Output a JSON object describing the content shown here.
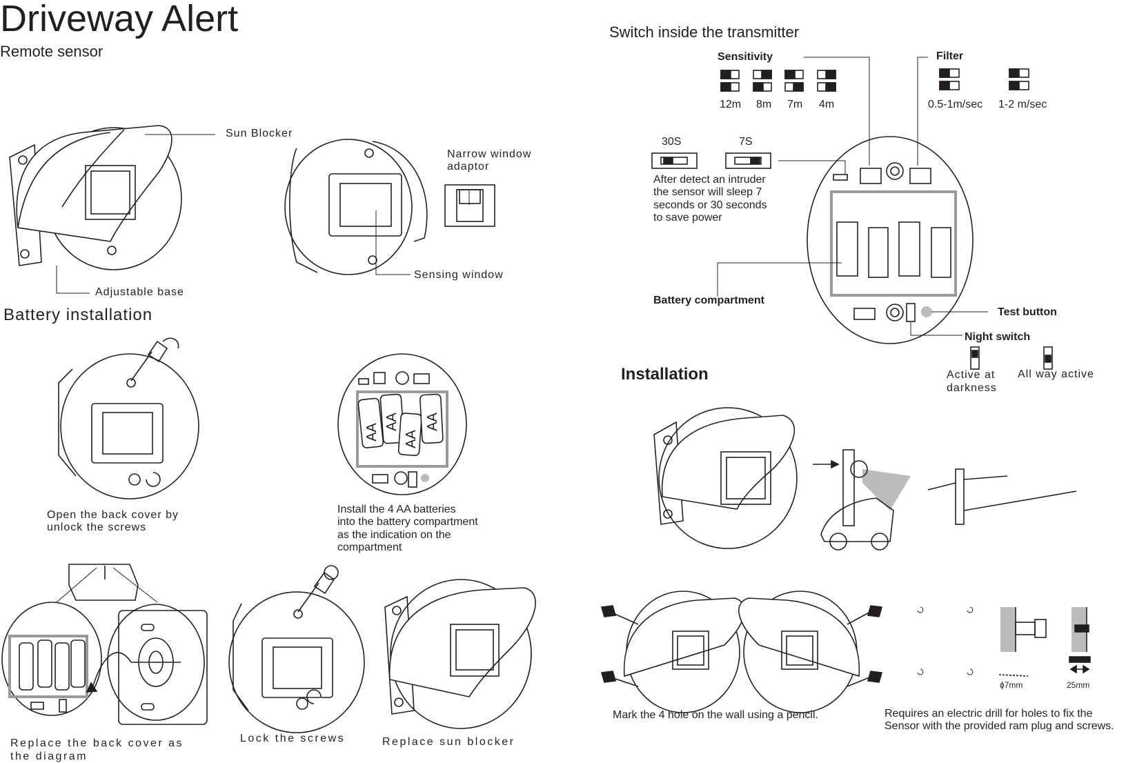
{
  "title": "Driveway Alert",
  "subtitle": "Remote sensor",
  "sensor_labels": {
    "sun_blocker": "Sun Blocker",
    "adjustable_base": "Adjustable base",
    "narrow_window": "Narrow window\nadaptor",
    "sensing_window": "Sensing window"
  },
  "battery_section": {
    "heading": "Battery installation",
    "step1": "Open the back cover by\nunlock the screws",
    "step2": "Install the 4  AA batteries\ninto the battery compartment\nas the indication on the\ncompartment",
    "battery_marks": [
      "AA",
      "AA",
      "AA",
      "AA"
    ],
    "step3": "Replace  the  back  cover  as\nthe  diagram",
    "step4": "Lock  the  screws",
    "step5": "Replace  sun  blocker"
  },
  "switch_section": {
    "heading": "Switch inside the transmitter",
    "sensitivity": {
      "label": "Sensitivity",
      "options": [
        "12m",
        "8m",
        "7m",
        "4m"
      ]
    },
    "filter": {
      "label": "Filter",
      "options": [
        "0.5-1m/sec",
        "1-2 m/sec"
      ]
    },
    "sleep": {
      "options": [
        "30S",
        "7S"
      ],
      "note": "After detect an intruder\nthe sensor will sleep 7\nseconds or 30 seconds\nto save power"
    },
    "battery_compartment": "Battery compartment",
    "test_button": "Test button",
    "night_switch": {
      "label": "Night switch",
      "options": [
        "Active at\ndarkness",
        "All way active"
      ]
    }
  },
  "installation_section": {
    "heading": "Installation",
    "mark_holes": "Mark the 4 hole on the wall using a pencil.",
    "drill_note": "Requires an electric drill for holes to fix the\nSensor  with the provided ram plug and screws.",
    "hole_diameter": "ϕ7mm",
    "hole_depth": "25mm"
  }
}
